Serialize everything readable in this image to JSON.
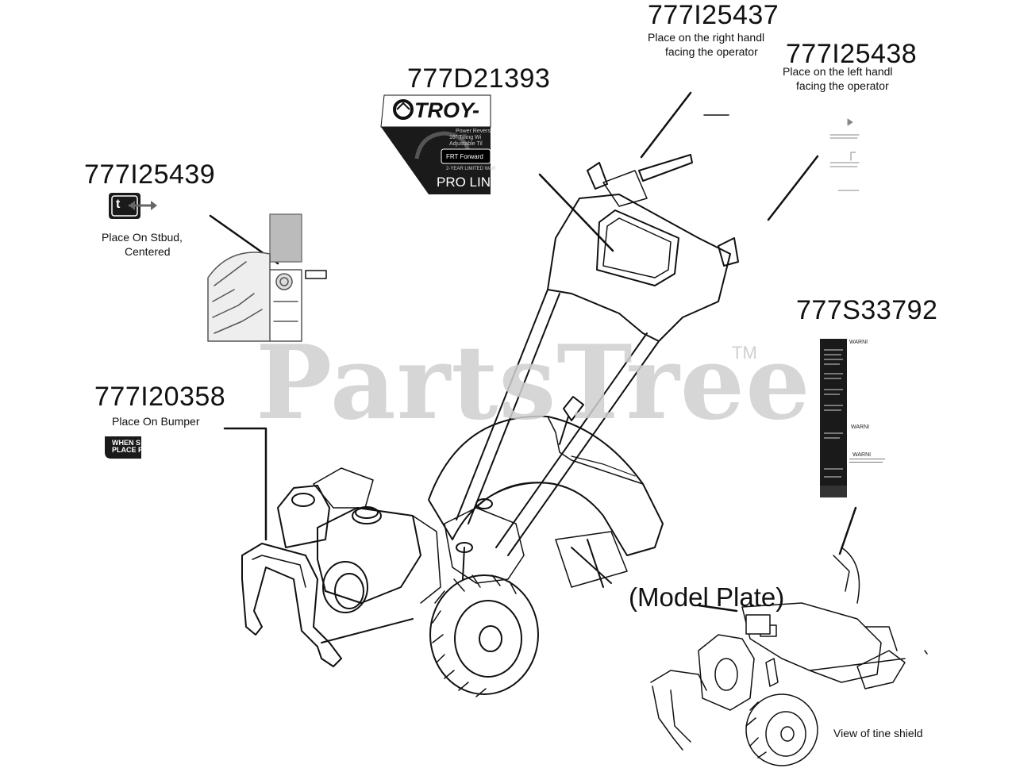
{
  "watermark": {
    "text": "PartsTree",
    "trademark": "TM"
  },
  "labels": {
    "l25437": {
      "part": "777I25437",
      "note1": "Place on the right handl",
      "note2": "facing the operator"
    },
    "l25438": {
      "part": "777I25438",
      "note1": "Place on the left handl",
      "note2": "facing the operator"
    },
    "l21393": {
      "part": "777D21393",
      "brand": "TROY-",
      "line1": "Power Revers",
      "line2": "16\" Tilling Wi",
      "line3": "Adjustable Til",
      "btn": "FRT Forward",
      "warr": "2-YEAR LIMITED WAR",
      "series": "PRO LINE"
    },
    "l25439": {
      "part": "777I25439",
      "note1": "Place On Stbud,",
      "note2": "Centered"
    },
    "l20358": {
      "part": "777I20358",
      "note1": "Place On Bumper",
      "decal1": "WHEN S",
      "decal2": "PLACE F"
    },
    "l33792": {
      "part": "777S33792",
      "w1": "WARNI",
      "w2": "WARNI",
      "w3": "WARNI"
    },
    "plate": {
      "text": "(Model Plate)"
    },
    "tine": {
      "text": "View of tine shield"
    }
  },
  "colors": {
    "ink": "#111111",
    "watermark": "#cfcfcf",
    "decal": "#1a1a1a"
  },
  "icons": {
    "arrow_decal": "t-arrow-icon"
  }
}
